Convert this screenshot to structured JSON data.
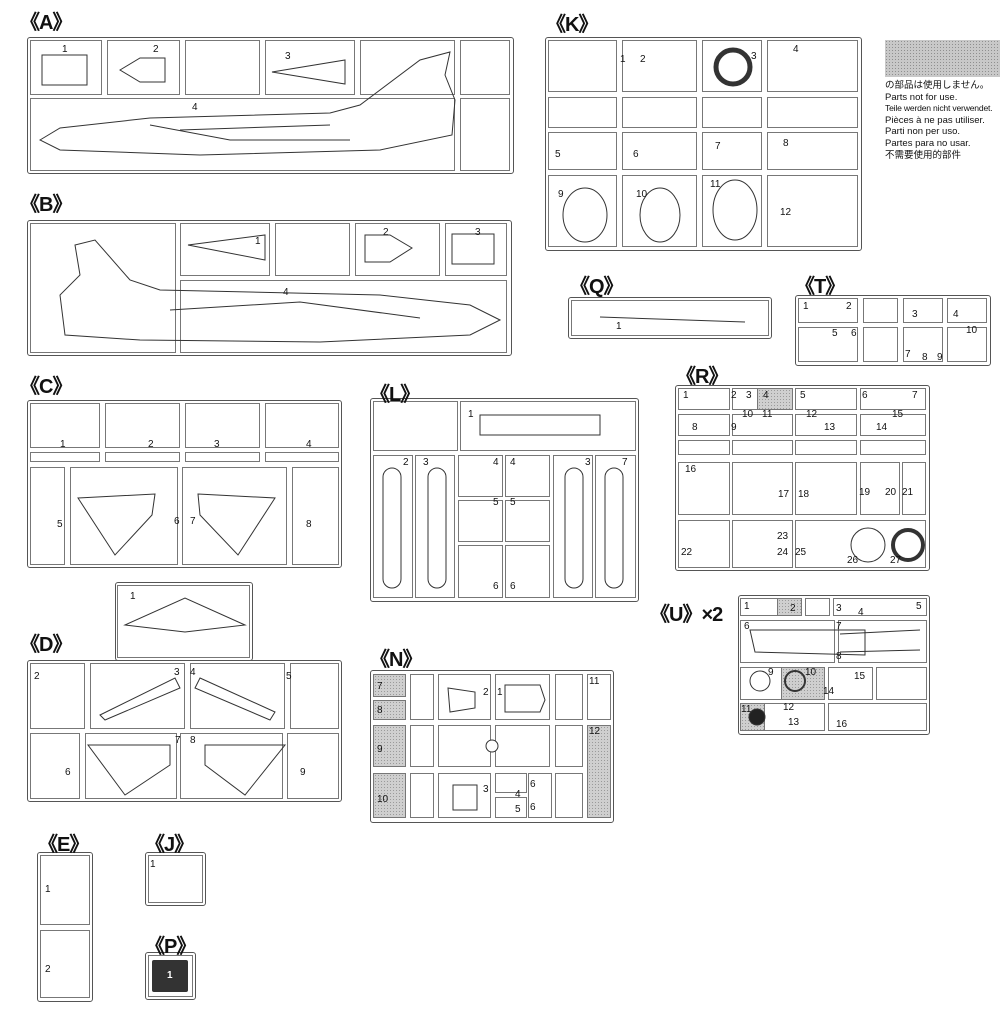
{
  "sprues": [
    {
      "id": "A",
      "label": "《A》",
      "parts": [
        "1",
        "2",
        "3",
        "4"
      ]
    },
    {
      "id": "B",
      "label": "《B》",
      "parts": [
        "1",
        "2",
        "3",
        "4"
      ]
    },
    {
      "id": "C",
      "label": "《C》",
      "parts": [
        "1",
        "2",
        "3",
        "4",
        "5",
        "6",
        "7",
        "8"
      ]
    },
    {
      "id": "D",
      "label": "《D》",
      "parts": [
        "1",
        "2",
        "3",
        "4",
        "5",
        "6",
        "7",
        "8",
        "9"
      ]
    },
    {
      "id": "E",
      "label": "《E》",
      "parts": [
        "1",
        "2"
      ]
    },
    {
      "id": "J",
      "label": "《J》",
      "parts": [
        "1"
      ]
    },
    {
      "id": "P",
      "label": "《P》",
      "parts": [
        "1"
      ]
    },
    {
      "id": "K",
      "label": "《K》",
      "parts": [
        "1",
        "2",
        "3",
        "4",
        "5",
        "6",
        "7",
        "8",
        "9",
        "10",
        "11",
        "12"
      ]
    },
    {
      "id": "Q",
      "label": "《Q》",
      "parts": [
        "1"
      ]
    },
    {
      "id": "T",
      "label": "《T》",
      "parts": [
        "1",
        "2",
        "3",
        "4",
        "5",
        "6",
        "7",
        "8",
        "9",
        "10"
      ]
    },
    {
      "id": "L",
      "label": "《L》",
      "parts": [
        "1",
        "2",
        "3",
        "4",
        "4",
        "5",
        "5",
        "3",
        "7",
        "6",
        "6"
      ]
    },
    {
      "id": "R",
      "label": "《R》",
      "parts": [
        "1",
        "2",
        "3",
        "4",
        "5",
        "6",
        "7",
        "8",
        "9",
        "10",
        "11",
        "12",
        "13",
        "14",
        "15",
        "16",
        "17",
        "18",
        "19",
        "20",
        "21",
        "22",
        "23",
        "24",
        "25",
        "26",
        "27"
      ]
    },
    {
      "id": "U",
      "label": "《U》×2",
      "parts": [
        "1",
        "2",
        "3",
        "4",
        "5",
        "6",
        "7",
        "8",
        "9",
        "10",
        "11",
        "12",
        "13",
        "14",
        "15",
        "16"
      ]
    },
    {
      "id": "N",
      "label": "《N》",
      "parts": [
        "7",
        "8",
        "9",
        "10",
        "2",
        "1",
        "11",
        "12",
        "3",
        "4",
        "5",
        "6",
        "6"
      ]
    }
  ],
  "legend": {
    "swatch_color": "#c8c8c8",
    "lines": [
      "の部品は使用しません。",
      "Parts not for use.",
      "Teile werden nicht verwendet.",
      "Pièces à ne pas utiliser.",
      "Parti non per uso.",
      "Partes para no usar.",
      "不需要使用的部件"
    ]
  }
}
